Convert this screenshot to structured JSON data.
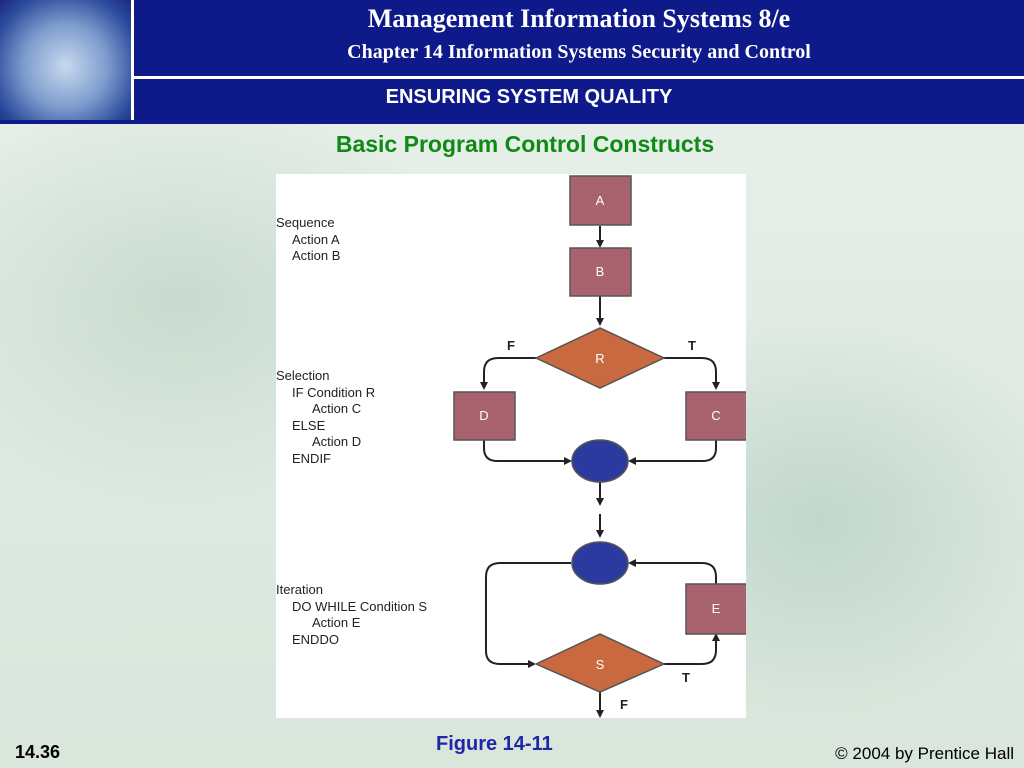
{
  "header": {
    "title": "Management Information Systems 8/e",
    "chapter": "Chapter 14 Information Systems Security and Control",
    "section": "ENSURING SYSTEM QUALITY"
  },
  "slide_title": "Basic Program Control Constructs",
  "diagram": {
    "sequence": {
      "heading": "Sequence",
      "lines": [
        "Action A",
        "Action B"
      ]
    },
    "selection": {
      "heading": "Selection",
      "line1": "IF Condition R",
      "line2": "Action C",
      "line3": "ELSE",
      "line4": "Action D",
      "line5": "ENDIF"
    },
    "iteration": {
      "heading": "Iteration",
      "line1": "DO WHILE Condition S",
      "line2": "Action E",
      "line3": "ENDDO"
    },
    "nodes": {
      "a": "A",
      "b": "B",
      "r": "R",
      "c": "C",
      "d": "D",
      "e": "E",
      "s": "S"
    },
    "branch_labels": {
      "r_false": "F",
      "r_true": "T",
      "s_true": "T",
      "s_false": "F"
    },
    "colors": {
      "box": "#a8636e",
      "diamond": "#c8693f",
      "circle": "#2a3a9e"
    }
  },
  "footer": {
    "figure": "Figure 14-11",
    "slide_number": "14.36",
    "copyright": "© 2004 by Prentice Hall"
  }
}
